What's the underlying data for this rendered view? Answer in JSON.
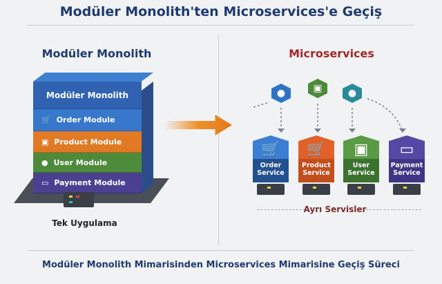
{
  "title": "Modüler Monolith'ten Microservices'e Geçiş",
  "left": {
    "heading": "Modüler Monolith",
    "layers": [
      "Modüler Monolith",
      "Order Module",
      "Product Module",
      "User Module",
      "Payment Module"
    ],
    "caption": "Tek Uygulama"
  },
  "right": {
    "heading": "Microservices",
    "services": [
      {
        "line1": "Order",
        "line2": "Service"
      },
      {
        "line1": "Product",
        "line2": "Service"
      },
      {
        "line1": "User",
        "line2": "Service"
      },
      {
        "line1": "Payment",
        "line2": "Service"
      }
    ],
    "caption": "Ayrı Servisler"
  },
  "footer": "Modüler Monolith Mimarisinden Microservices Mimarisine Geçiş Süreci",
  "colors": {
    "blue": "#2f6cc0",
    "orange": "#e07a24",
    "green": "#4d8a3a",
    "purple": "#4a3f91",
    "navy": "#1f3a6e",
    "red": "#a3282b"
  }
}
